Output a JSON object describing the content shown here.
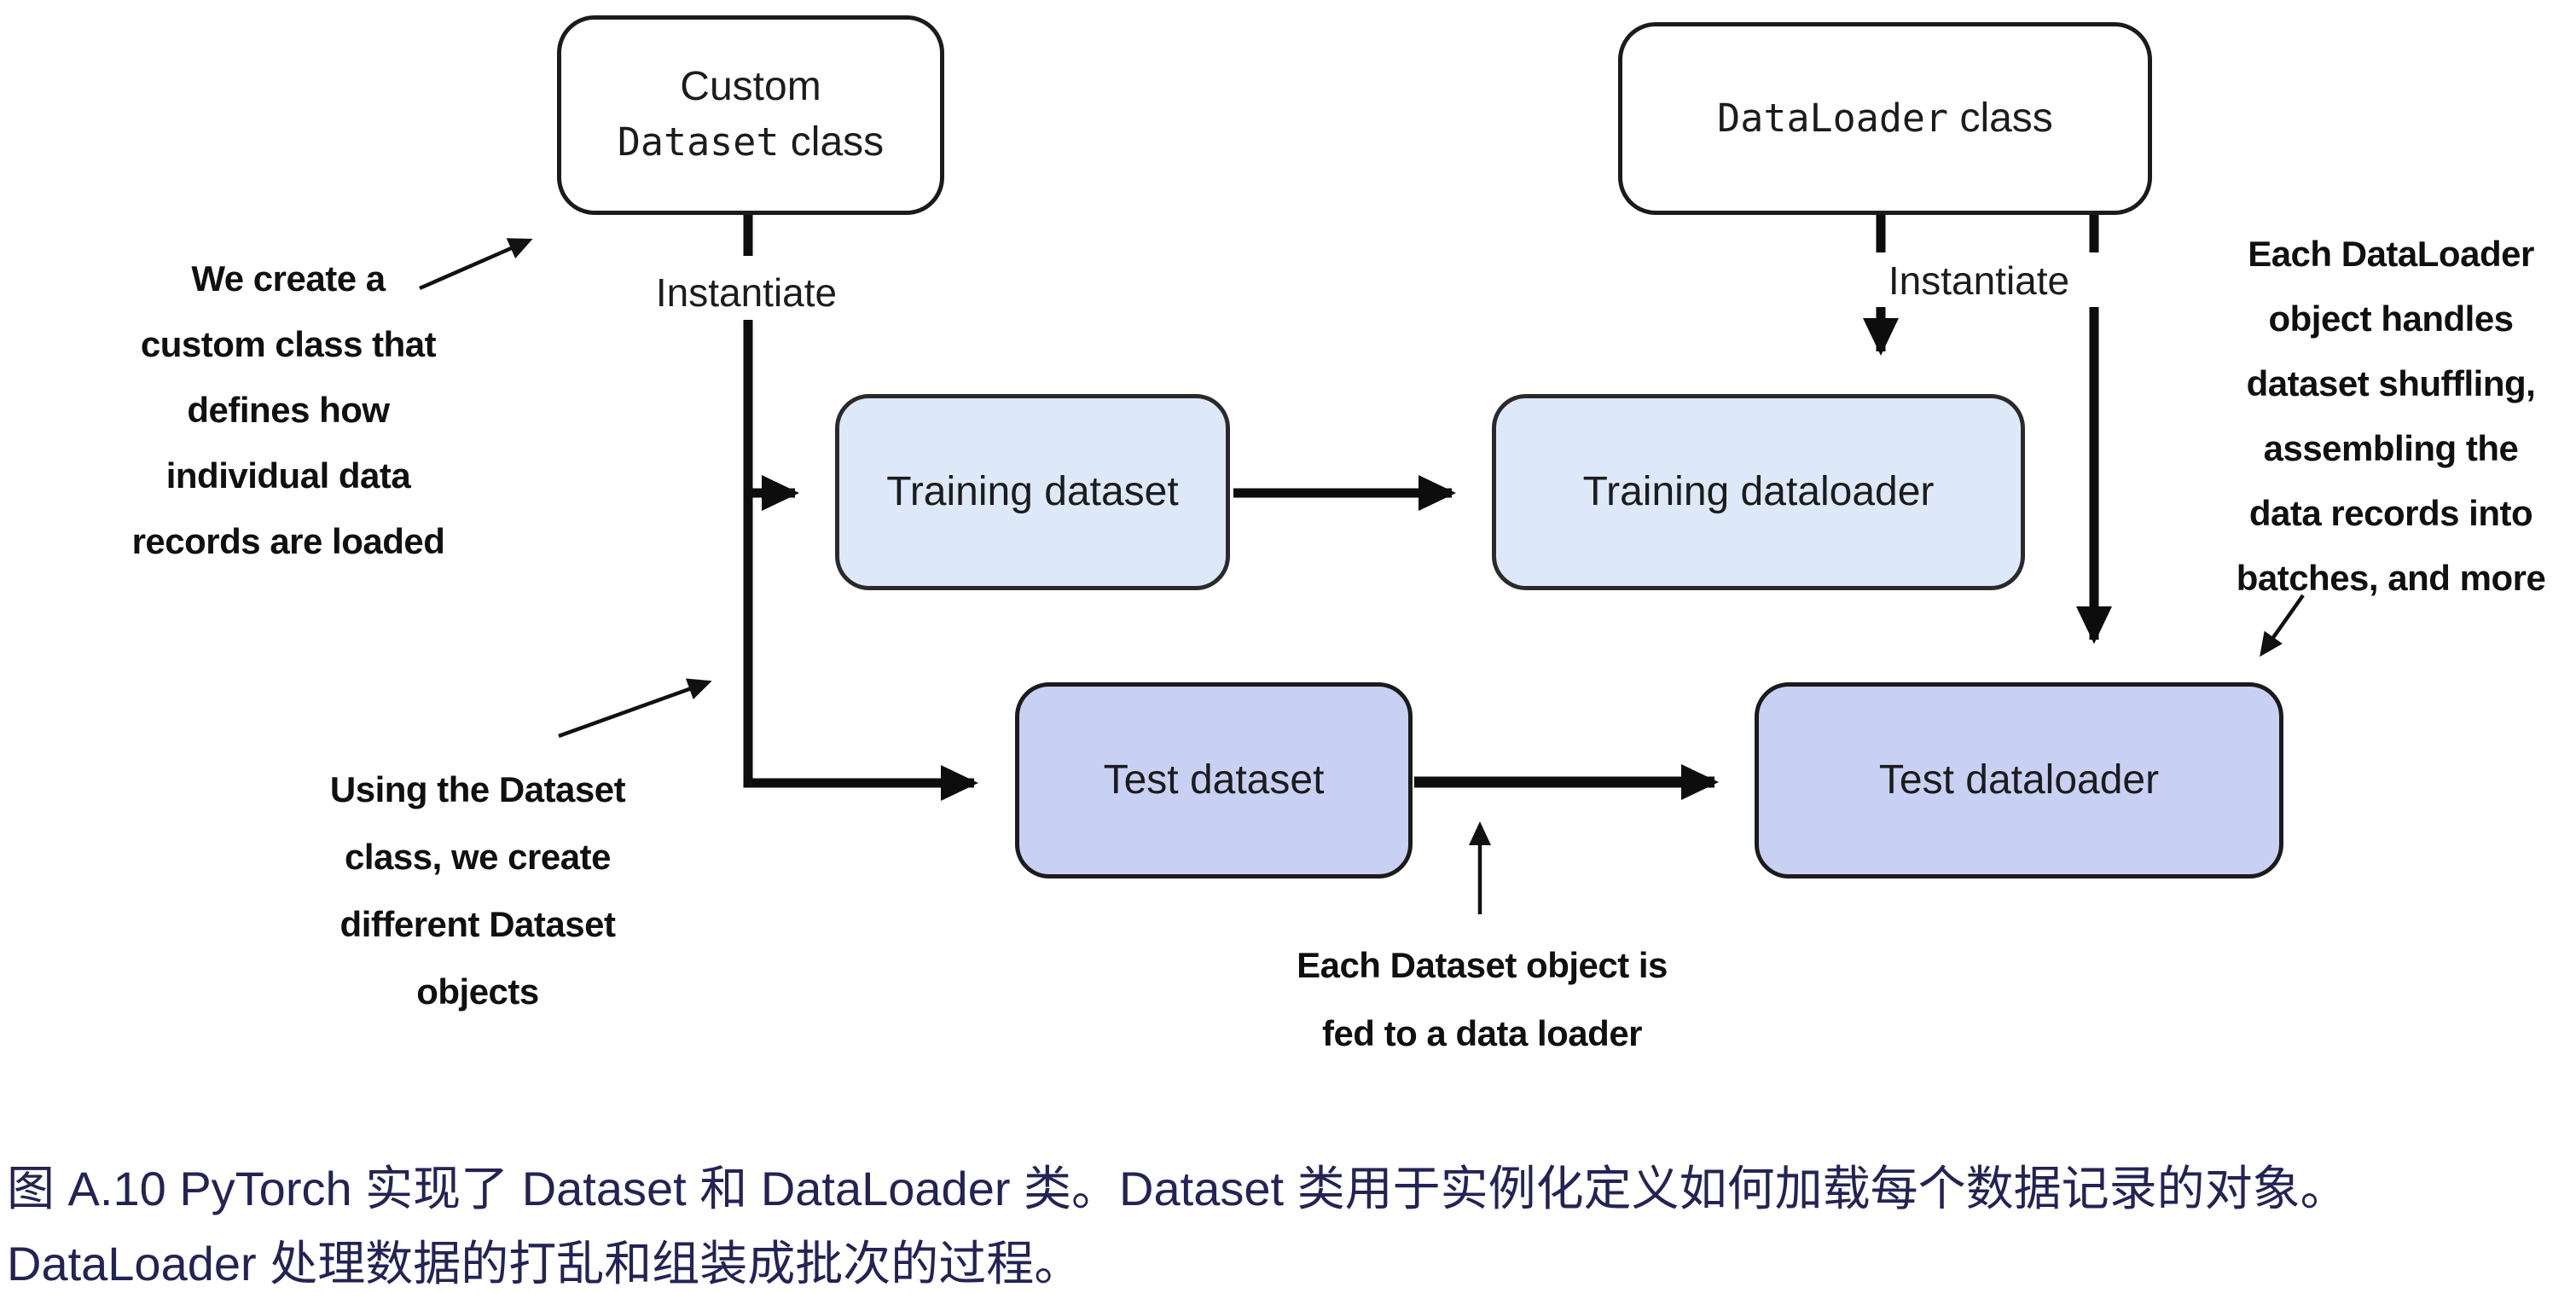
{
  "figure": {
    "nodes": {
      "custom_dataset_class": {
        "line1": "Custom",
        "code": "Dataset",
        "rest": " class"
      },
      "dataloader_class": {
        "code": "DataLoader",
        "rest": " class"
      },
      "training_dataset": "Training dataset",
      "training_dataloader": "Training dataloader",
      "test_dataset": "Test dataset",
      "test_dataloader": "Test dataloader"
    },
    "edge_labels": {
      "instantiate_left": "Instantiate",
      "instantiate_right": "Instantiate"
    },
    "annotations": {
      "create_custom_class": [
        "We create a",
        "custom class that",
        "defines how",
        "individual data",
        "records are loaded"
      ],
      "using_dataset_class": [
        "Using the Dataset",
        "class, we create",
        "different Dataset",
        "objects"
      ],
      "dataset_fed_to_loader": [
        "Each Dataset object is",
        "fed to a data loader"
      ],
      "dataloader_duties": [
        "Each DataLoader",
        "object handles",
        "dataset shuffling,",
        "assembling the",
        "data records into",
        "batches, and more"
      ]
    },
    "edges": [
      {
        "from": "custom_dataset_class",
        "to": "training_dataset",
        "label": "Instantiate"
      },
      {
        "from": "custom_dataset_class",
        "to": "test_dataset",
        "label": "Instantiate"
      },
      {
        "from": "training_dataset",
        "to": "training_dataloader",
        "label": ""
      },
      {
        "from": "test_dataset",
        "to": "test_dataloader",
        "label": ""
      },
      {
        "from": "dataloader_class",
        "to": "training_dataloader",
        "label": "Instantiate"
      },
      {
        "from": "dataloader_class",
        "to": "test_dataloader",
        "label": "Instantiate"
      }
    ],
    "colors": {
      "class_box_fill": "#ffffff",
      "training_box_fill": "#dde9f8",
      "test_box_fill": "#c8d0f4",
      "line_color": "#0d0d0d",
      "caption_color": "#232355"
    }
  },
  "caption": {
    "line1": "图 A.10 PyTorch 实现了 Dataset 和 DataLoader 类。Dataset 类用于实例化定义如何加载每个数据记录的对象。",
    "line2": "DataLoader 处理数据的打乱和组装成批次的过程。"
  }
}
